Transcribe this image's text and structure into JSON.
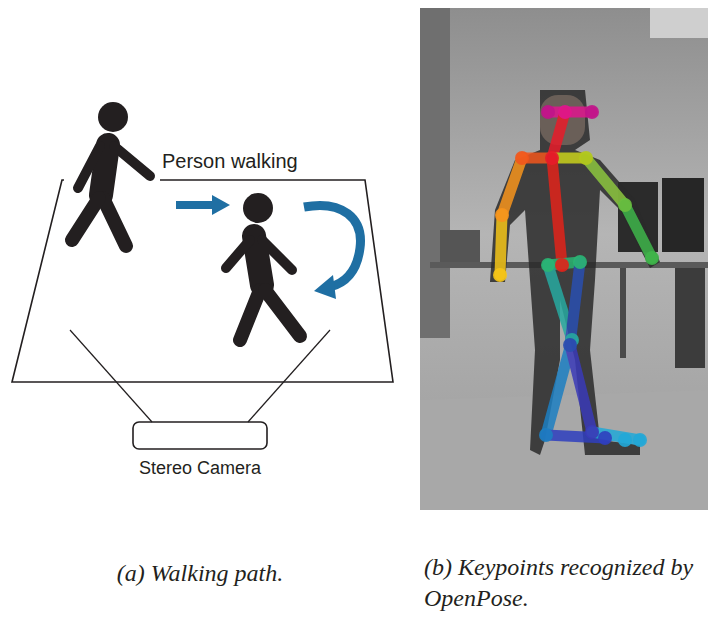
{
  "diagram": {
    "labels": [
      "Person walking",
      "Stereo Camera",
      "(a) Walking path.",
      "(b) Keypoints recognized by OpenPose."
    ]
  }
}
